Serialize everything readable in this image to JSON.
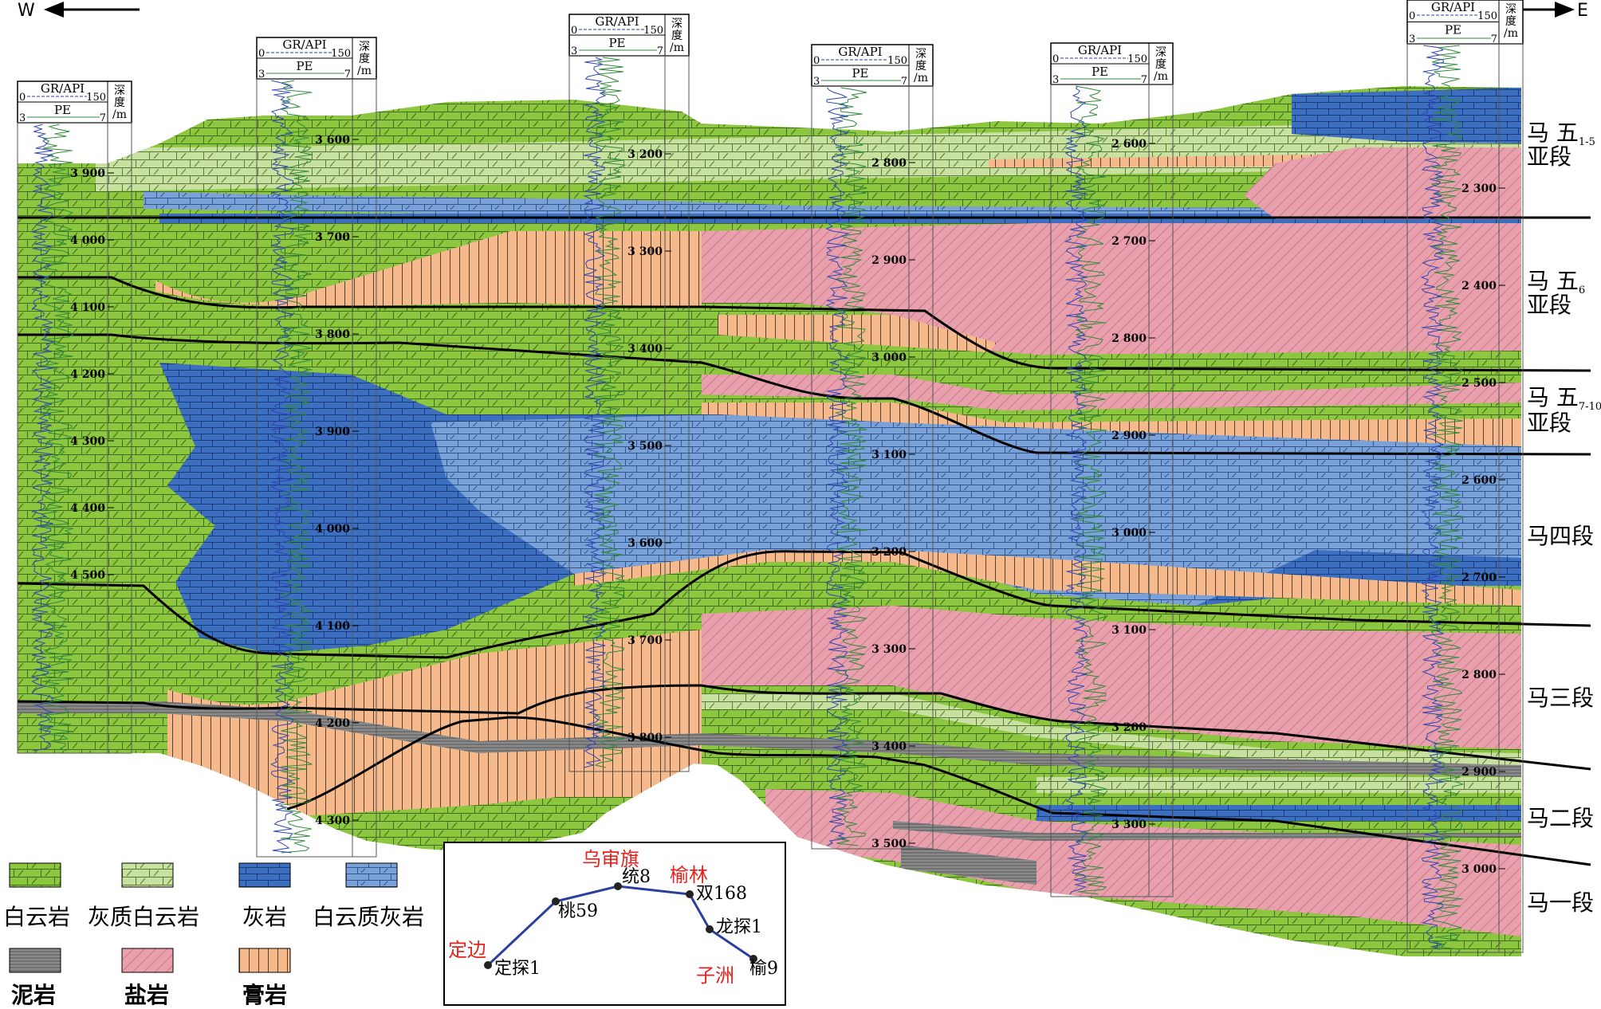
{
  "direction": {
    "west": "W",
    "east": "E"
  },
  "wells": [
    {
      "name": "定探1井",
      "inset_label": "定探1"
    },
    {
      "name": "桃59井",
      "inset_label": "桃59"
    },
    {
      "name": "统8井",
      "inset_label": "统8"
    },
    {
      "name": "双168井",
      "inset_label": "双168"
    },
    {
      "name": "龙探1井",
      "inset_label": "龙探1"
    },
    {
      "name": "榆9井",
      "inset_label": "榆9"
    }
  ],
  "log_header": {
    "gr": "GR/API",
    "gr_min": "0",
    "gr_max": "150",
    "pe": "PE",
    "pe_min": "3",
    "pe_max": "7",
    "depth_line1": "深",
    "depth_line2": "度",
    "depth_line3": "/m"
  },
  "depth_ticks": {
    "w1": [
      "3 900",
      "4 000",
      "4 100",
      "4 200",
      "4 300",
      "4 400",
      "4 500"
    ],
    "w2": [
      "3 600",
      "3 700",
      "3 800",
      "3 900",
      "4 000",
      "4 100",
      "4 200",
      "4 300"
    ],
    "w3": [
      "3 200",
      "3 300",
      "3 400",
      "3 500",
      "3 600",
      "3 700",
      "3 800"
    ],
    "w4": [
      "2 800",
      "2 900",
      "3 000",
      "3 100",
      "3 200",
      "3 300",
      "3 400",
      "3 500"
    ],
    "w5": [
      "2 600",
      "2 700",
      "2 800",
      "2 900",
      "3 000",
      "3 100",
      "3 200",
      "3 300"
    ],
    "w6": [
      "2 300",
      "2 400",
      "2 500",
      "2 600",
      "2 700",
      "2 800",
      "2 900",
      "3 000"
    ]
  },
  "units": [
    {
      "main": "马 五",
      "sub": "1-5",
      "line2": "亚段"
    },
    {
      "main": "马 五",
      "sub": "6",
      "line2": "亚段"
    },
    {
      "main": "马 五",
      "sub": "7-10",
      "line2": "亚段"
    },
    {
      "main": "马四段",
      "sub": "",
      "line2": ""
    },
    {
      "main": "马三段",
      "sub": "",
      "line2": ""
    },
    {
      "main": "马二段",
      "sub": "",
      "line2": ""
    },
    {
      "main": "马一段",
      "sub": "",
      "line2": ""
    }
  ],
  "legend": [
    {
      "label": "白云岩",
      "color": "#8dc63f"
    },
    {
      "label": "灰质白云岩",
      "color": "#c8e0a0"
    },
    {
      "label": "灰岩",
      "color": "#3d6fc0"
    },
    {
      "label": "白云质灰岩",
      "color": "#7aa2d8"
    },
    {
      "label": "泥岩",
      "color": "#8a8a8a"
    },
    {
      "label": "盐岩",
      "color": "#e8a0ad"
    },
    {
      "label": "膏岩",
      "color": "#f5b98c"
    }
  ],
  "inset_places": {
    "dingbian": "定边",
    "wushenqi": "乌审旗",
    "yulin": "榆林",
    "zizhou": "子洲"
  }
}
